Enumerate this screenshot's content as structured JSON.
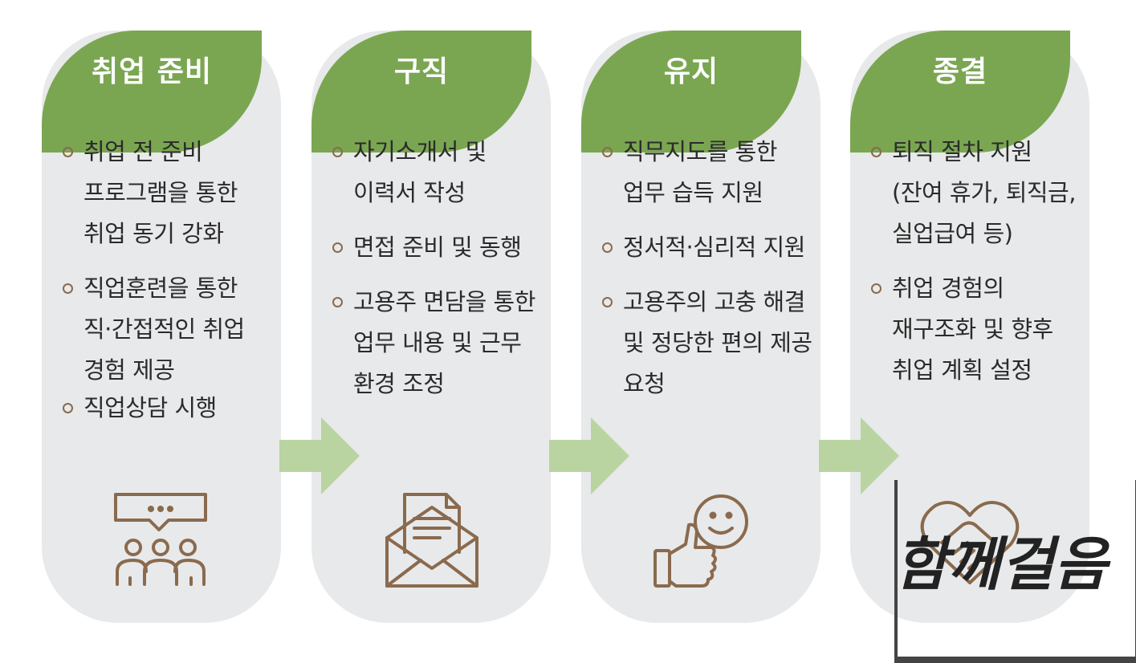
{
  "stages": [
    {
      "title": "취업 준비",
      "items": [
        [
          "취업 전 준비",
          "프로그램을 통한",
          "취업 동기 강화"
        ],
        [
          "직업훈련을 통한",
          "직·간접적인 취업",
          "경험 제공"
        ],
        [
          "직업상담 시행"
        ]
      ],
      "icon": "group-chat-icon"
    },
    {
      "title": "구직",
      "items": [
        [
          "자기소개서 및",
          "이력서 작성"
        ],
        [
          "면접 준비 및 동행"
        ],
        [
          "고용주 면담을 통한",
          "업무 내용 및 근무",
          "환경 조정"
        ]
      ],
      "icon": "envelope-document-icon"
    },
    {
      "title": "유지",
      "items": [
        [
          "직무지도를 통한",
          "업무 습득 지원"
        ],
        [
          "정서적·심리적 지원"
        ],
        [
          "고용주의 고충 해결",
          "및 정당한 편의 제공",
          "요청"
        ]
      ],
      "icon": "thumbs-up-smile-icon"
    },
    {
      "title": "종결",
      "items": [
        [
          "퇴직 절차 지원",
          "(잔여 휴가, 퇴직금,",
          "실업급여 등)"
        ],
        [
          "취업 경험의",
          "재구조화 및 향후",
          "취업 계획 설정"
        ]
      ],
      "icon": "handshake-heart-icon"
    }
  ],
  "logo_text": "함께걸음",
  "colors": {
    "tab_green": "#7aa651",
    "card_gray": "#e8e9ea",
    "arrow_green": "#b9d4a1",
    "icon_brown": "#8a6a4e"
  }
}
